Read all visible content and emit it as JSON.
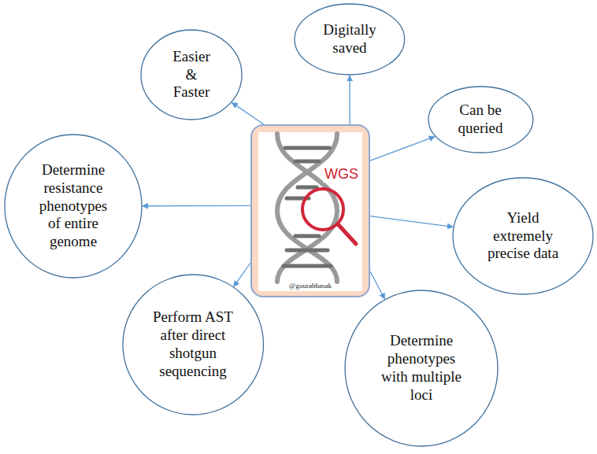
{
  "diagram": {
    "nodes": [
      {
        "text": [
          "WGS"
        ]
      },
      {
        "text": [
          "Easier & Faster"
        ]
      },
      {
        "text": [
          "Digitally saved"
        ]
      },
      {
        "text": [
          "Can be queried"
        ]
      },
      {
        "text": [
          "Yield extremely precise data"
        ]
      },
      {
        "text": [
          "Determine phenotypes with multiple loci"
        ]
      },
      {
        "text": [
          "Perform AST after direct shotgun sequencing"
        ]
      },
      {
        "text": [
          "Determine resistance phenotypes of entire genome"
        ]
      }
    ],
    "edges": [
      {
        "from": 0,
        "to": 1,
        "arrow": "to"
      },
      {
        "from": 0,
        "to": 2,
        "arrow": "to"
      },
      {
        "from": 0,
        "to": 3,
        "arrow": "to"
      },
      {
        "from": 0,
        "to": 4,
        "arrow": "to"
      },
      {
        "from": 0,
        "to": 5,
        "arrow": "to"
      },
      {
        "from": 0,
        "to": 6,
        "arrow": "to"
      },
      {
        "from": 0,
        "to": 7,
        "arrow": "to"
      }
    ],
    "labels": [
      "@gourabbasak"
    ]
  }
}
